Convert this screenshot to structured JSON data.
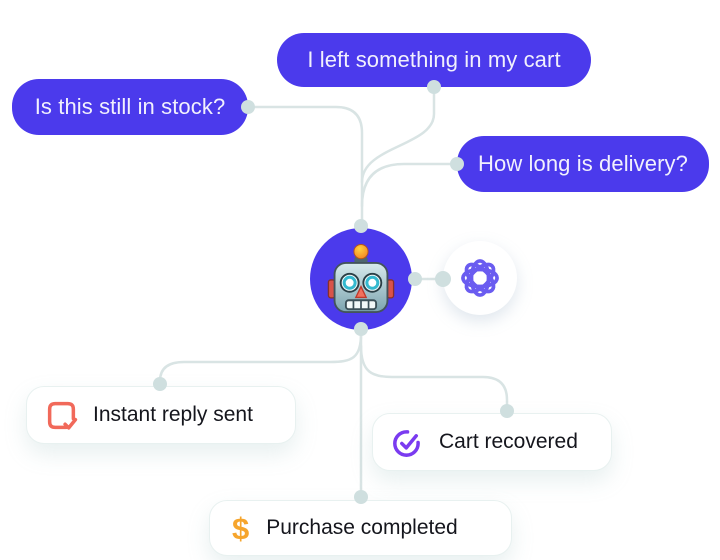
{
  "illustration": {
    "messages": [
      {
        "id": "cart",
        "text": "I left something in my cart"
      },
      {
        "id": "stock",
        "text": "Is this still in stock?"
      },
      {
        "id": "delivery",
        "text": "How long is delivery?"
      }
    ],
    "bot": {
      "avatar_icon": "robot-face-icon",
      "badge_icon": "ai-atom-icon"
    },
    "outcomes": [
      {
        "id": "instant",
        "icon": "chat-check-icon",
        "text": "Instant reply sent"
      },
      {
        "id": "cartrec",
        "icon": "check-circle-icon",
        "text": "Cart recovered"
      },
      {
        "id": "purchase",
        "icon": "dollar-icon",
        "symbol": "$",
        "text": "Purchase completed"
      }
    ],
    "colors": {
      "bubble": "#4B3AEC",
      "bubble_text": "#F1F0FD",
      "connector": "#D9E4E4",
      "node_dot": "#CFDFDF",
      "card_text": "#15161D",
      "chat_check": "#F1695A",
      "check_circle": "#7A3BF0",
      "dollar": "#F6A52D",
      "atom": "#6A5CF0"
    }
  }
}
